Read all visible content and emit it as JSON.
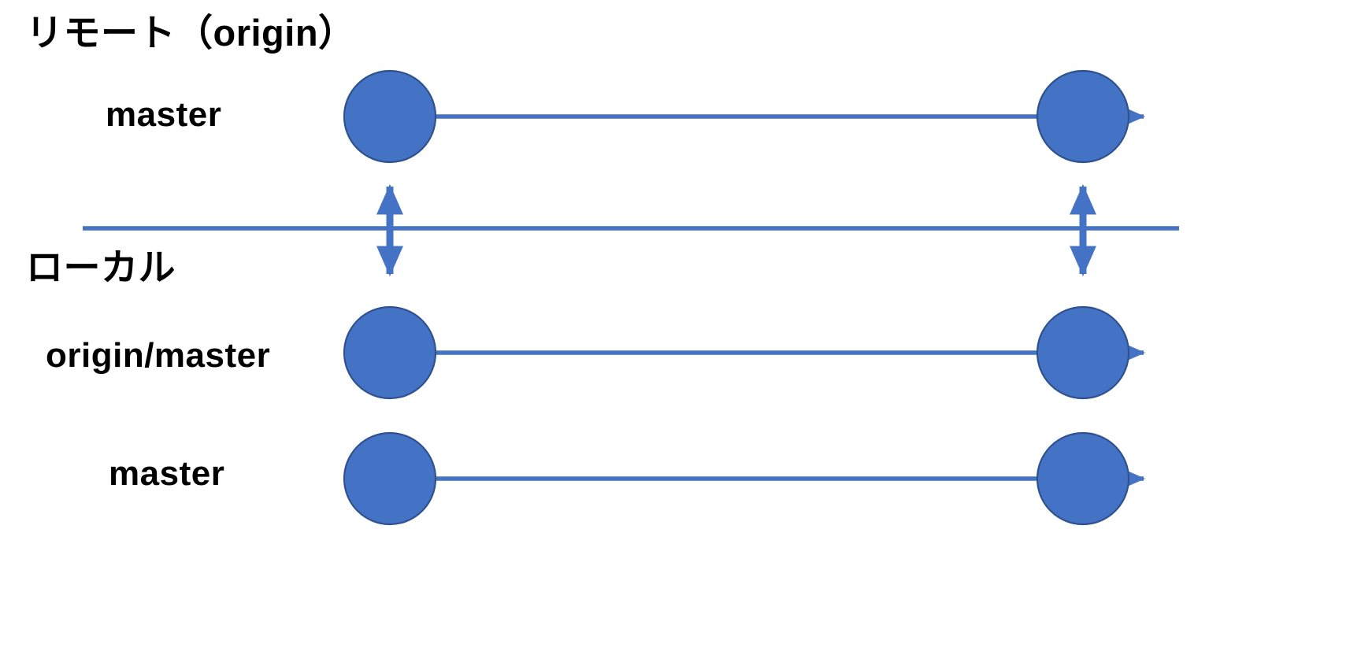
{
  "diagram": {
    "title_remote": "リモート（origin）",
    "title_local": "ローカル",
    "colors": {
      "node_fill": "#4472C4",
      "node_stroke": "#2F528F",
      "connector": "#4472C4",
      "text": "#000000",
      "background": "#FFFFFF"
    },
    "sections": [
      {
        "id": "remote",
        "name": "リモート（origin）",
        "branches": [
          {
            "id": "remote-master",
            "label": "master",
            "commits": 2
          }
        ]
      },
      {
        "id": "local",
        "name": "ローカル",
        "branches": [
          {
            "id": "local-origin-master",
            "label": "origin/master",
            "commits": 2
          },
          {
            "id": "local-master",
            "label": "master",
            "commits": 2
          }
        ]
      }
    ],
    "sync_arrows": [
      {
        "id": "sync-left",
        "direction": "bidirectional",
        "column": "left"
      },
      {
        "id": "sync-right",
        "direction": "bidirectional",
        "column": "right"
      }
    ],
    "separator": {
      "id": "remote-local-divider",
      "orientation": "horizontal"
    }
  }
}
